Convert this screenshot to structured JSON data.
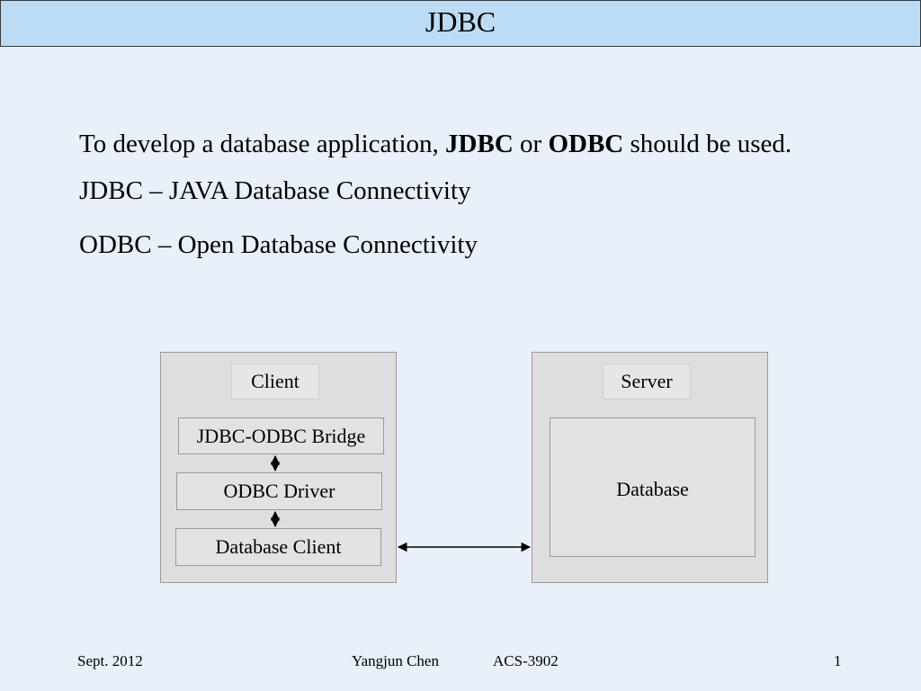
{
  "title": "JDBC",
  "body": {
    "line1_pre": "To develop a database application, ",
    "line1_jdbc": "JDBC",
    "line1_or": " or ",
    "line1_odbc": "ODBC",
    "line1_post": " should be used.",
    "line2": "JDBC – JAVA Database Connectivity",
    "line3": "ODBC – Open Database Connectivity"
  },
  "diagram": {
    "client_label": "Client",
    "client_boxes": [
      "JDBC-ODBC Bridge",
      "ODBC Driver",
      "Database Client"
    ],
    "server_label": "Server",
    "database_label": "Database"
  },
  "footer": {
    "date": "Sept. 2012",
    "author": "Yangjun Chen",
    "course": "ACS-3902",
    "page": "1"
  }
}
